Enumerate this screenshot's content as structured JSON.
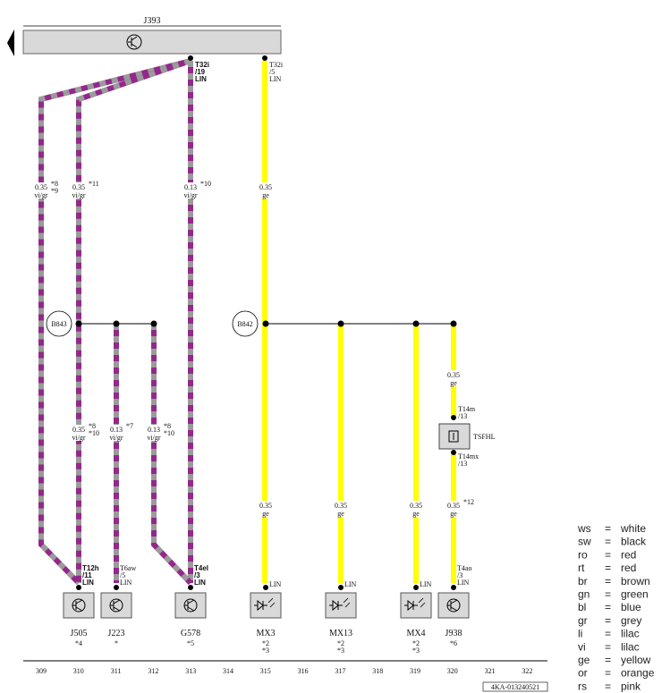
{
  "header": {
    "component": "J393"
  },
  "colors": {
    "vi_gr_a": "#93288b",
    "vi_gr_b": "#9b9b9b",
    "ge": "#ffff00",
    "box": "#d9d9d9"
  },
  "top_pins": [
    {
      "lines": [
        "T32i",
        "/19",
        "LIN"
      ],
      "bold": true
    },
    {
      "lines": [
        "T32i",
        "/5",
        "LIN"
      ],
      "bold": false
    }
  ],
  "wire_labels": [
    {
      "size": "0.35",
      "color": "vi/gr",
      "note": "*8",
      "note2": "*9"
    },
    {
      "size": "0.35",
      "color": "vi/gr",
      "note": "*11",
      "note2": ""
    },
    {
      "size": "0.13",
      "color": "vi/gr",
      "note": "*10",
      "note2": ""
    },
    {
      "size": "0.35",
      "color": "ge",
      "note": "",
      "note2": ""
    },
    {
      "size": "0.35",
      "color": "vi/gr",
      "note": "*8",
      "note2": "*10"
    },
    {
      "size": "0.13",
      "color": "vi/gr",
      "note": "*7",
      "note2": ""
    },
    {
      "size": "0.13",
      "color": "vi/gr",
      "note": "*8",
      "note2": "*10"
    },
    {
      "size": "0.35",
      "color": "ge",
      "note": "",
      "note2": ""
    },
    {
      "size": "0.35",
      "color": "ge",
      "note": "",
      "note2": ""
    },
    {
      "size": "0.35",
      "color": "ge",
      "note": "",
      "note2": ""
    },
    {
      "size": "0.35",
      "color": "ge",
      "note": "",
      "note2": ""
    },
    {
      "size": "0.35",
      "color": "ge",
      "note": "*12",
      "note2": ""
    }
  ],
  "splices": [
    "B843",
    "B842"
  ],
  "tsfhl": {
    "label": "TSFHL",
    "pin_top": [
      "T14m",
      "/13"
    ],
    "pin_bottom": [
      "T14mx",
      "/13"
    ]
  },
  "bottom_pins": [
    {
      "lines": [
        "T12h",
        "/11",
        "LIN"
      ],
      "bold": true
    },
    {
      "lines": [
        "T6aw",
        "/5",
        "LIN"
      ],
      "bold": false
    },
    {
      "lines": [
        "T4el",
        "/3",
        "LIN"
      ],
      "bold": true
    },
    {
      "lines": [
        "LIN"
      ],
      "bold": false
    },
    {
      "lines": [
        "LIN"
      ],
      "bold": false
    },
    {
      "lines": [
        "LIN"
      ],
      "bold": false
    },
    {
      "lines": [
        "T4ao",
        "/3",
        "LIN"
      ],
      "bold": false
    }
  ],
  "components": [
    {
      "name": "J505",
      "notes": [
        "*4"
      ],
      "type": "ctrl"
    },
    {
      "name": "J223",
      "notes": [
        "*"
      ],
      "type": "ctrl"
    },
    {
      "name": "G578",
      "notes": [
        "*5"
      ],
      "type": "ctrl"
    },
    {
      "name": "MX3",
      "notes": [
        "*2",
        "*3"
      ],
      "type": "lamp"
    },
    {
      "name": "MX13",
      "notes": [
        "*2",
        "*3"
      ],
      "type": "lamp"
    },
    {
      "name": "MX4",
      "notes": [
        "*2",
        "*3"
      ],
      "type": "lamp"
    },
    {
      "name": "J938",
      "notes": [
        "*6"
      ],
      "type": "ctrl"
    }
  ],
  "scale": [
    "309",
    "310",
    "311",
    "312",
    "313",
    "314",
    "315",
    "316",
    "317",
    "318",
    "319",
    "320",
    "321",
    "322"
  ],
  "drawing_id": "4KA-013240521",
  "legend": [
    {
      "code": "ws",
      "eq": "=",
      "name": "white"
    },
    {
      "code": "sw",
      "eq": "=",
      "name": "black"
    },
    {
      "code": "ro",
      "eq": "=",
      "name": "red"
    },
    {
      "code": "rt",
      "eq": "=",
      "name": "red"
    },
    {
      "code": "br",
      "eq": "=",
      "name": "brown"
    },
    {
      "code": "gn",
      "eq": "=",
      "name": "green"
    },
    {
      "code": "bl",
      "eq": "=",
      "name": "blue"
    },
    {
      "code": "gr",
      "eq": "=",
      "name": "grey"
    },
    {
      "code": "li",
      "eq": "=",
      "name": "lilac"
    },
    {
      "code": "vi",
      "eq": "=",
      "name": "lilac"
    },
    {
      "code": "ge",
      "eq": "=",
      "name": "yellow"
    },
    {
      "code": "or",
      "eq": "=",
      "name": "orange"
    },
    {
      "code": "rs",
      "eq": "=",
      "name": "pink"
    }
  ]
}
